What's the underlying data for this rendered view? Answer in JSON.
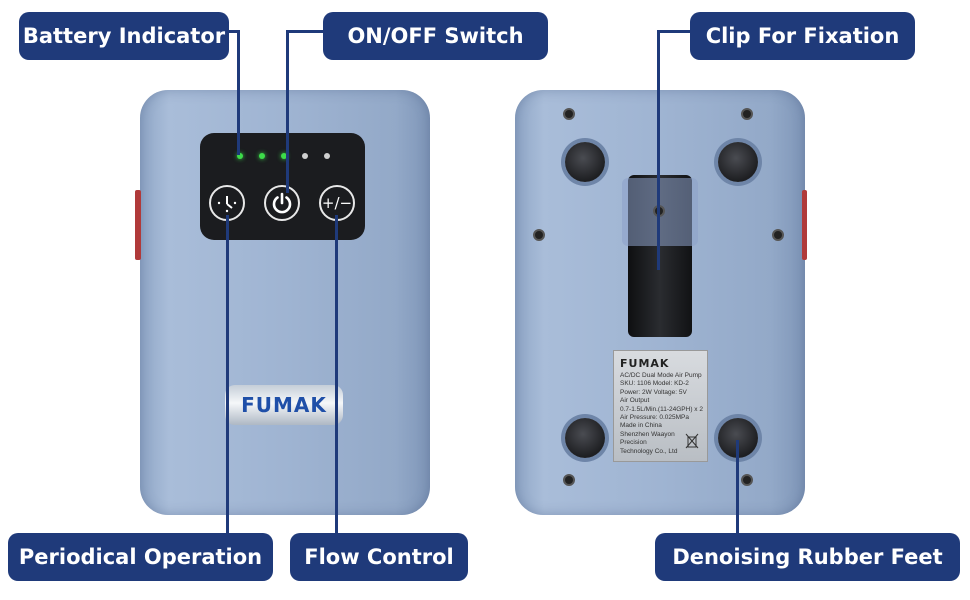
{
  "callouts": {
    "battery_indicator": "Battery Indicator",
    "on_off_switch": "ON/OFF Switch",
    "clip_for_fixation": "Clip For Fixation",
    "periodical_operation": "Periodical Operation",
    "flow_control": "Flow Control",
    "denoising_rubber_feet": "Denoising Rubber Feet"
  },
  "front": {
    "brand": "FUMAK",
    "flow_button_symbol": "+/−",
    "battery_leds": [
      {
        "on": true,
        "color": "#3ddc4a"
      },
      {
        "on": true,
        "color": "#3ddc4a"
      },
      {
        "on": true,
        "color": "#3ddc4a"
      },
      {
        "on": false,
        "color": "#cfcfcf"
      },
      {
        "on": false,
        "color": "#cfcfcf"
      }
    ]
  },
  "back": {
    "brand": "FUMAK",
    "nameplate_lines": [
      "AC/DC Dual Mode Air Pump",
      "SKU: 1106   Model: KD-2",
      "Power: 2W   Voltage: 5V",
      "Air Output",
      "0.7-1.5L/Min.(11-24GPH) x 2",
      "Air Pressure: 0.025MPa",
      "Made in China",
      "Shenzhen Waayon",
      "Precision",
      "Technology Co., Ltd"
    ]
  },
  "colors": {
    "callout_bg": "#1f3a7a",
    "device_body": "#9fb4d2",
    "panel": "#1b1c1f",
    "led_on": "#3ddc4a"
  }
}
